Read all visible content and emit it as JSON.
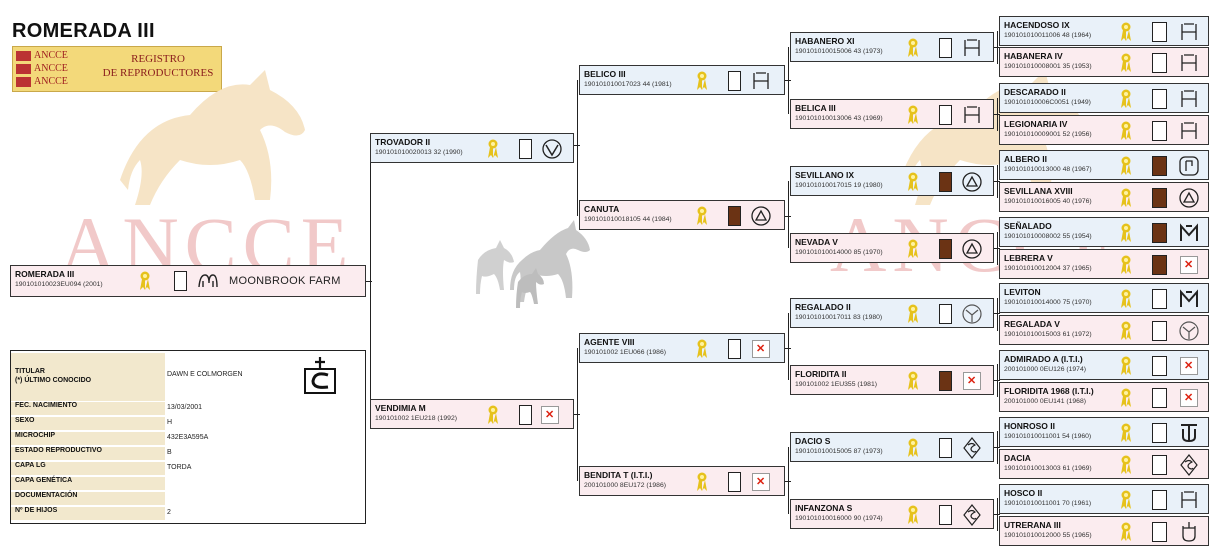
{
  "title": "ROMERADA III",
  "logo": {
    "flags": [
      "ANCCE",
      "ANCCE",
      "ANCCE"
    ],
    "line1": "REGISTRO",
    "line2": "DE REPRODUCTORES"
  },
  "watermark": {
    "left": "ANCCE",
    "right": "ANCCE"
  },
  "colors": {
    "male_bg": "#e9f1f9",
    "female_bg": "#fbecef",
    "ribbon": "#e6c21c",
    "dark_coat": "#6b3314",
    "x_mark": "#dd2211"
  },
  "subject": {
    "name": "ROMERADA III",
    "reg": "190101010023EU094 (2001)",
    "farm": "MOONBROOK FARM"
  },
  "info": {
    "titular_label": "TITULAR",
    "titular_sub": "(*) ÚLTIMO CONOCIDO",
    "titular_value": "DAWN E COLMORGEN",
    "rows": [
      {
        "label": "FEC. NACIMIENTO",
        "value": "13/03/2001"
      },
      {
        "label": "SEXO",
        "value": "H"
      },
      {
        "label": "MICROCHIP",
        "value": "432E3A595A"
      },
      {
        "label": "ESTADO REPRODUCTIVO",
        "value": "B"
      },
      {
        "label": "CAPA LG",
        "value": "TORDA"
      },
      {
        "label": "CAPA GENÉTICA",
        "value": ""
      },
      {
        "label": "DOCUMENTACIÓN",
        "value": ""
      },
      {
        "label": "Nº DE HIJOS",
        "value": "2"
      }
    ]
  },
  "pedigree": {
    "sire": {
      "name": "TROVADOR II",
      "reg": "190101010020013 32 (1990)"
    },
    "dam": {
      "name": "VENDIMIA M",
      "reg": "190101002 1EU218 (1992)"
    },
    "gen3": [
      {
        "name": "BELICO III",
        "reg": "190101010017023 44 (1981)"
      },
      {
        "name": "CANUTA",
        "reg": "190101010018105 44 (1984)"
      },
      {
        "name": "AGENTE VIII",
        "reg": "190101002 1EU066 (1986)"
      },
      {
        "name": "BENDITA T (I.T.I.)",
        "reg": "200101000 8EU172 (1986)"
      }
    ],
    "gen4": [
      {
        "name": "HABANERO XI",
        "reg": "190101010015006 43 (1973)"
      },
      {
        "name": "BELICA III",
        "reg": "190101010013006 43 (1969)"
      },
      {
        "name": "SEVILLANO IX",
        "reg": "190101010017015 19 (1980)"
      },
      {
        "name": "NEVADA V",
        "reg": "190101010014000 85 (1970)"
      },
      {
        "name": "REGALADO II",
        "reg": "190101010017011 83 (1980)"
      },
      {
        "name": "FLORIDITA II",
        "reg": "190101002 1EU355 (1981)"
      },
      {
        "name": "DACIO S",
        "reg": "190101010015005 87 (1973)"
      },
      {
        "name": "INFANZONA S",
        "reg": "190101010016000 90 (1974)"
      }
    ],
    "gen5": [
      {
        "name": "HACENDOSO IX",
        "reg": "190101010011006 48 (1964)"
      },
      {
        "name": "HABANERA IV",
        "reg": "190101010008001 35 (1953)"
      },
      {
        "name": "DESCARADO II",
        "reg": "190101010006C0051 (1949)"
      },
      {
        "name": "LEGIONARIA IV",
        "reg": "190101010009001 52 (1956)"
      },
      {
        "name": "ALBERO II",
        "reg": "190101010013000 48 (1967)"
      },
      {
        "name": "SEVILLANA XVIII",
        "reg": "190101010016005 40 (1976)"
      },
      {
        "name": "SEÑALADO",
        "reg": "190101010008002 55 (1954)"
      },
      {
        "name": "LEBRERA V",
        "reg": "190101010012004 37 (1965)"
      },
      {
        "name": "LEVITON",
        "reg": "190101010014000 75 (1970)"
      },
      {
        "name": "REGALADA V",
        "reg": "190101010015003 61 (1972)"
      },
      {
        "name": "ADMIRADO A (I.T.I.)",
        "reg": "200101000 0EU126 (1974)"
      },
      {
        "name": "FLORIDITA 1968 (I.T.I.)",
        "reg": "200101000 0EU141 (1968)"
      },
      {
        "name": "HONROSO II",
        "reg": "190101010011001 54 (1960)"
      },
      {
        "name": "DACIA",
        "reg": "190101010013003 61 (1969)"
      },
      {
        "name": "HOSCO II",
        "reg": "190101010011001 70 (1961)"
      },
      {
        "name": "UTRERANA III",
        "reg": "190101010012000 55 (1965)"
      }
    ]
  }
}
